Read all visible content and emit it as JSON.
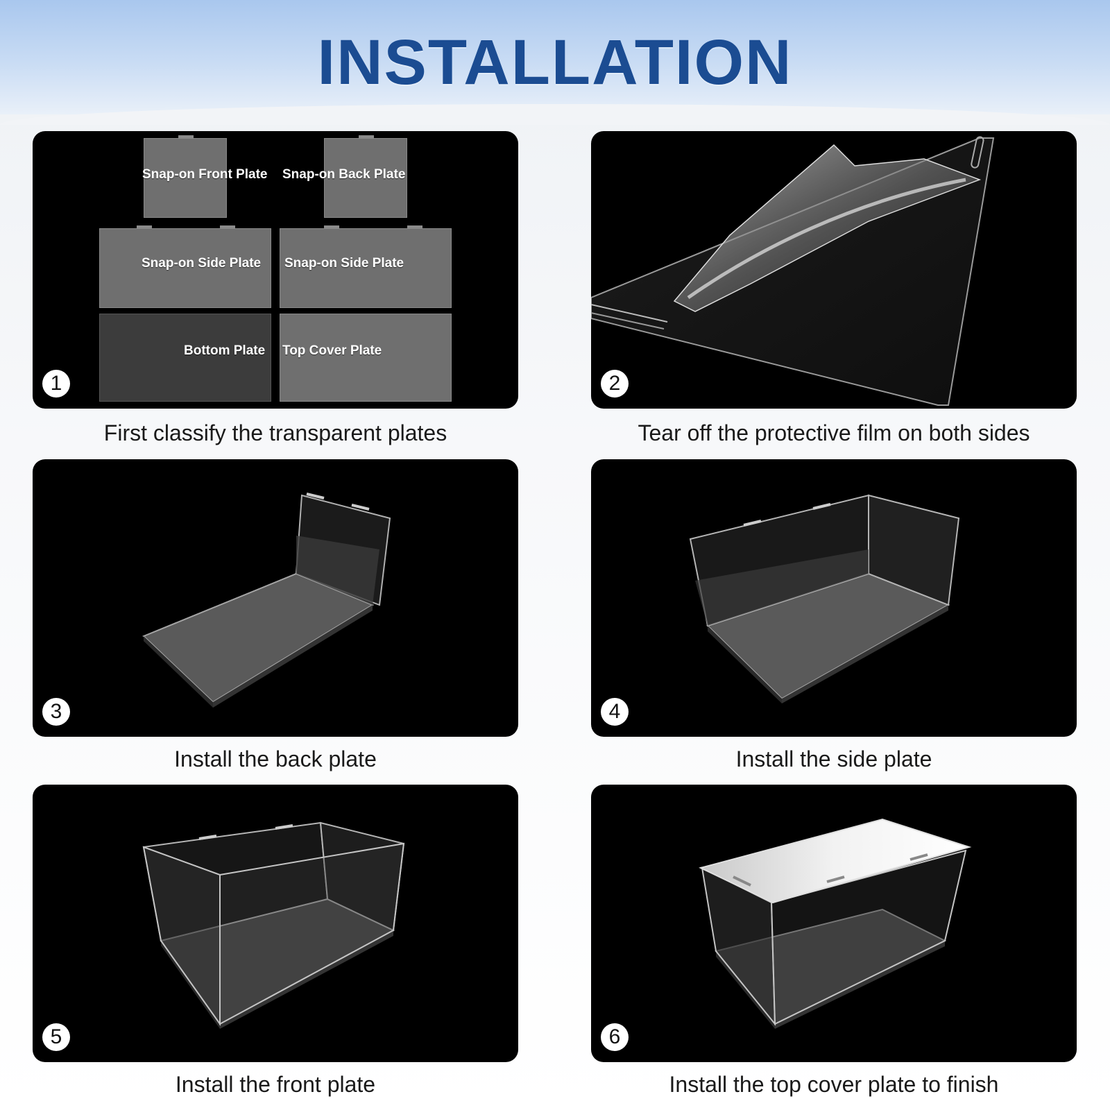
{
  "header": {
    "title": "INSTALLATION"
  },
  "steps": [
    {
      "number": "1",
      "caption": "First classify the transparent plates",
      "plates": {
        "front": "Snap-on Front Plate",
        "back": "Snap-on Back Plate",
        "side_left": "Snap-on Side Plate",
        "side_right": "Snap-on Side Plate",
        "bottom": "Bottom Plate",
        "top": "Top Cover Plate"
      }
    },
    {
      "number": "2",
      "caption": "Tear off the protective film on both sides"
    },
    {
      "number": "3",
      "caption": "Install the back plate"
    },
    {
      "number": "4",
      "caption": "Install the side plate"
    },
    {
      "number": "5",
      "caption": "Install the front plate"
    },
    {
      "number": "6",
      "caption": "Install the top cover plate to finish"
    }
  ]
}
